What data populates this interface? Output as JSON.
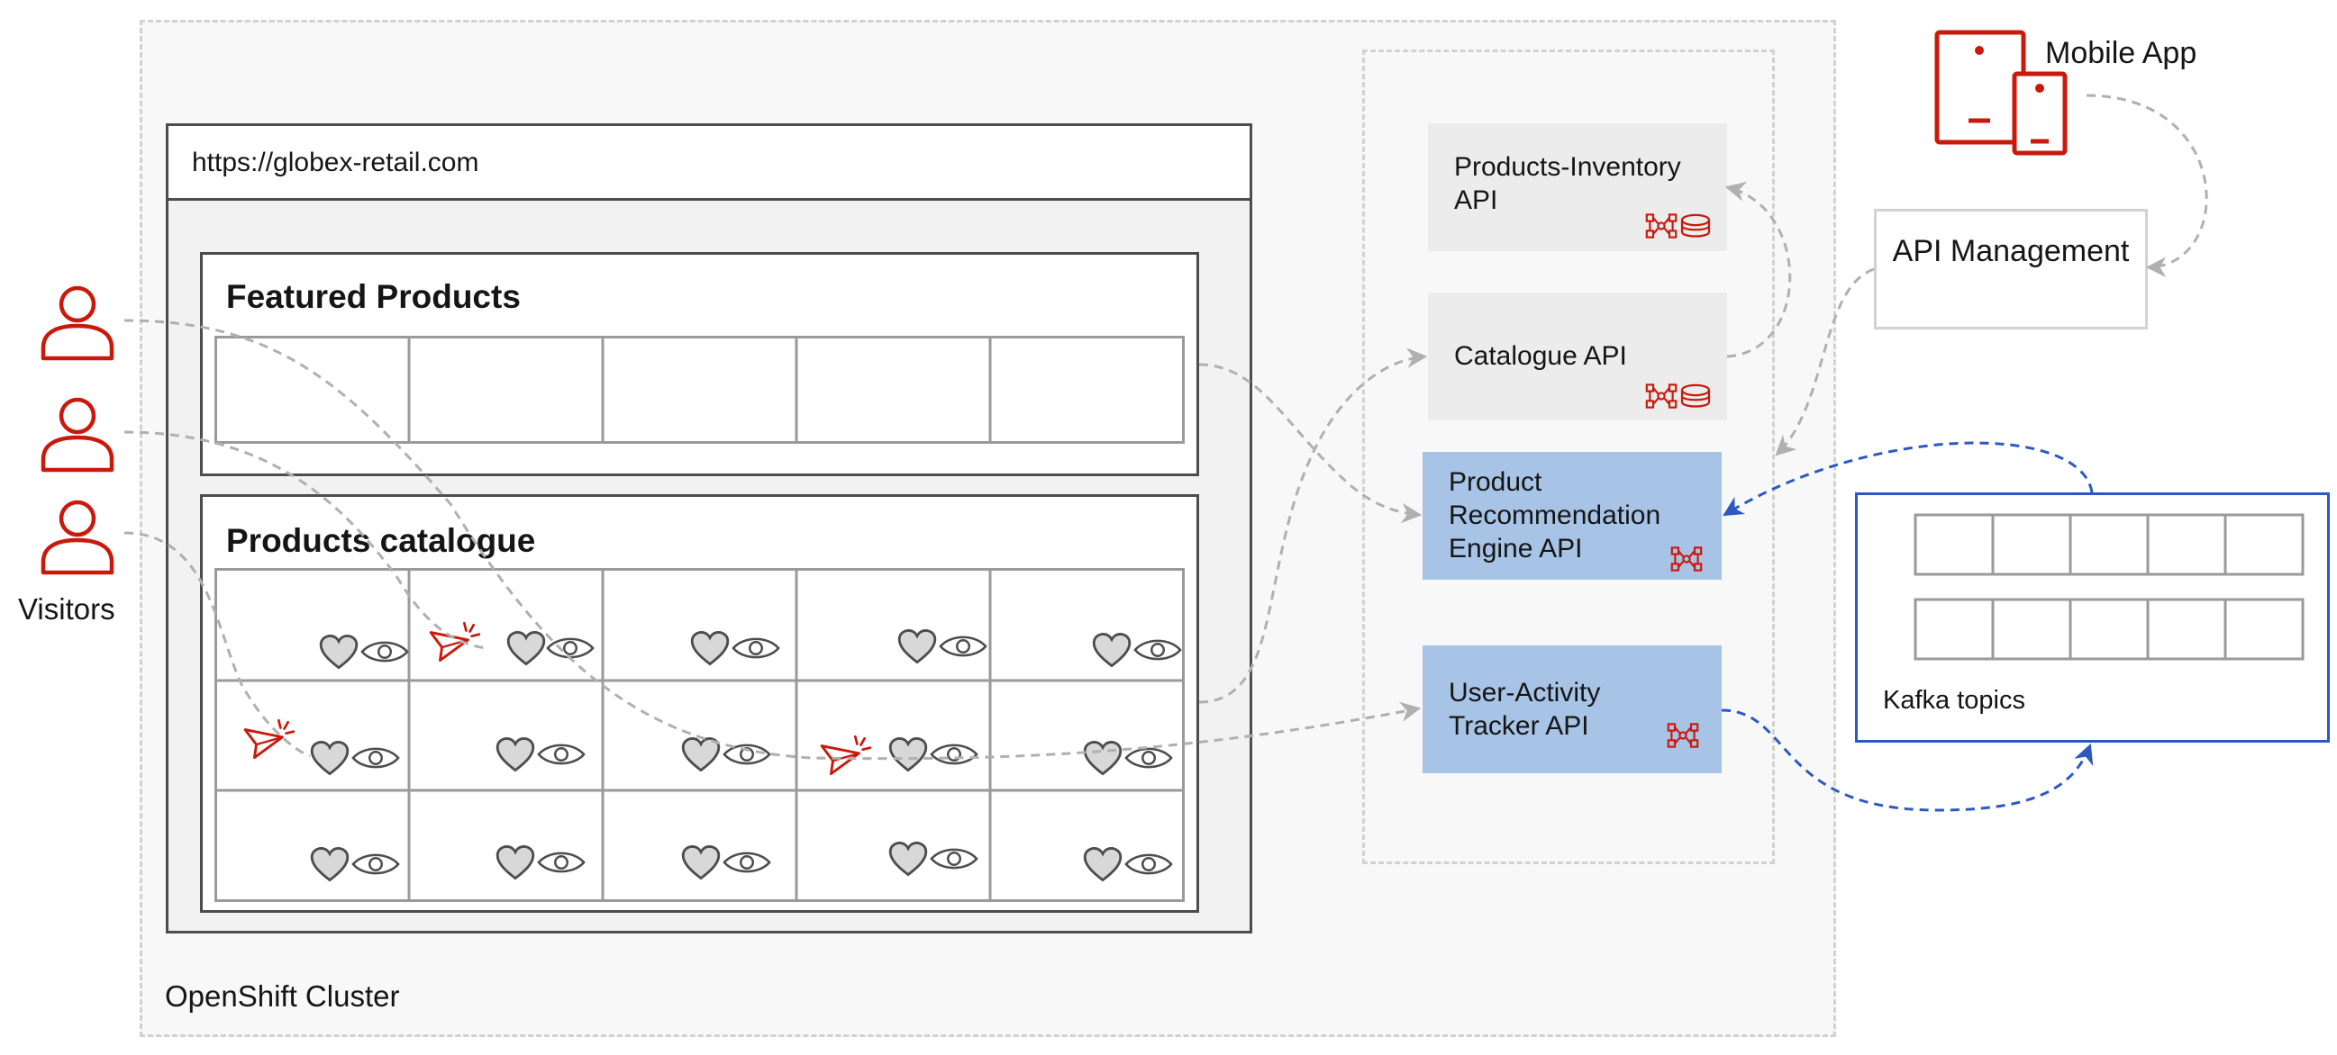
{
  "cluster": {
    "label": "OpenShift Cluster"
  },
  "browser": {
    "url": "https://globex-retail.com"
  },
  "featured": {
    "title": "Featured Products"
  },
  "catalogue": {
    "title": "Products catalogue"
  },
  "visitors": {
    "label": "Visitors"
  },
  "apis": {
    "inventory": "Products-Inventory API",
    "catalogue": "Catalogue API",
    "recommendation": "Product Recommendation Engine API",
    "tracker": "User-Activity Tracker API"
  },
  "mobile": {
    "label": "Mobile App"
  },
  "apim": {
    "label": "API Management"
  },
  "kafka": {
    "label": "Kafka topics"
  },
  "colors": {
    "brand_red": "#c9190b",
    "kafka_blue": "#2d58c4",
    "api_blue": "#a7c3e6",
    "api_grey": "#ececec",
    "flow_grey": "#b0b0b0"
  },
  "icons": [
    "user-icon",
    "mobile-device-icon",
    "integration-icon",
    "database-icon",
    "heart-icon",
    "eye-icon",
    "click-cursor-icon"
  ]
}
